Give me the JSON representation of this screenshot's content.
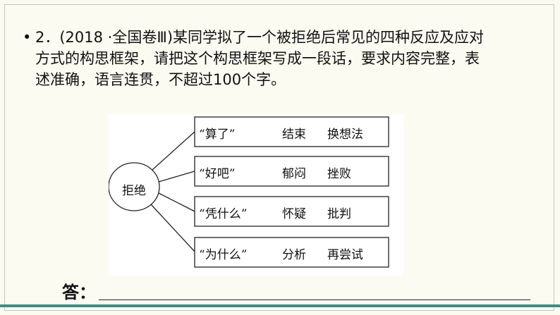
{
  "question": {
    "bullet": "•",
    "line1": "2．(2018 ·全国卷Ⅲ)某同学拟了一个被拒绝后常见的四种反应及应对",
    "line2": "方式的构思框架，请把这个构思框架写成一段话，要求内容完整，表",
    "line3": "述准确，语言连贯，不超过100个字。"
  },
  "diagram": {
    "center": "拒绝",
    "rows": [
      {
        "reaction": "“算了”",
        "feeling": "结束",
        "response": "换想法"
      },
      {
        "reaction": "“好吧”",
        "feeling": "郁闷",
        "response": "挫败"
      },
      {
        "reaction": "“凭什么”",
        "feeling": "怀疑",
        "response": "批判"
      },
      {
        "reaction": "“为什么”",
        "feeling": "分析",
        "response": "再尝试"
      }
    ]
  },
  "answer": {
    "label": "答："
  }
}
